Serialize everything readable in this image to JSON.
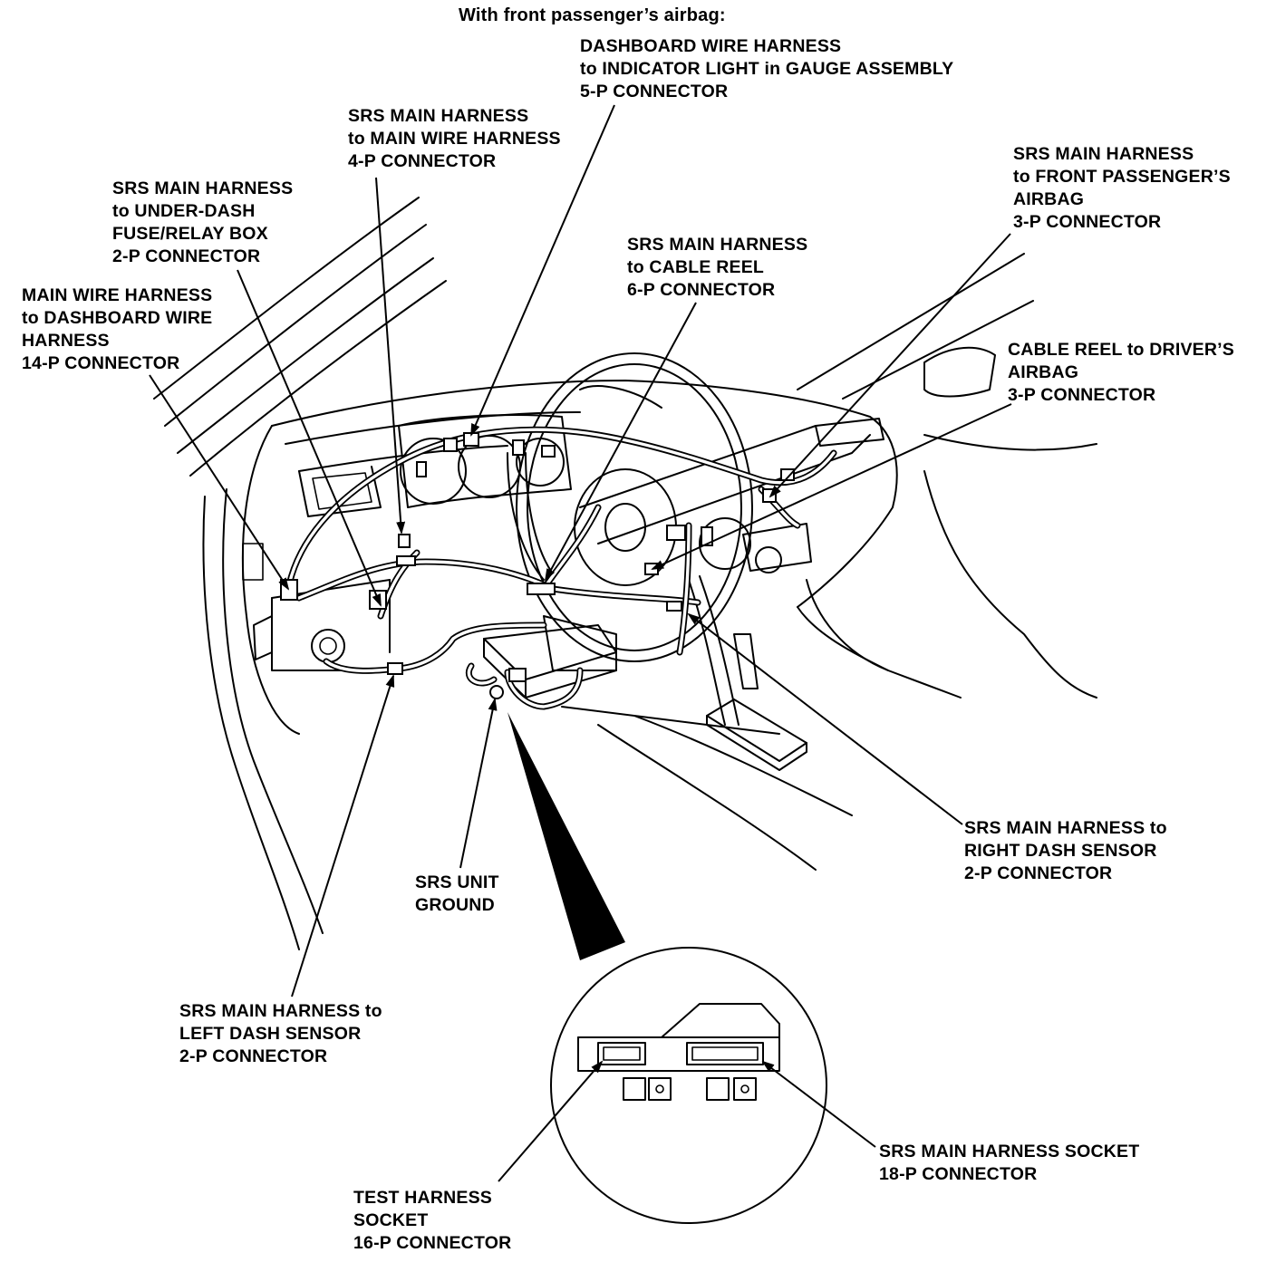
{
  "header": {
    "title": "With front passenger’s airbag:"
  },
  "labels": {
    "dash_indicator": [
      "DASHBOARD WIRE HARNESS",
      "to INDICATOR LIGHT in GAUGE ASSEMBLY",
      "5-P CONNECTOR"
    ],
    "main_wire_4p": [
      "SRS MAIN HARNESS",
      "to MAIN WIRE HARNESS",
      "4-P CONNECTOR"
    ],
    "underdash_2p": [
      "SRS MAIN HARNESS",
      "to UNDER-DASH",
      "FUSE/RELAY BOX",
      "2-P CONNECTOR"
    ],
    "main_dash_14p": [
      "MAIN WIRE HARNESS",
      "to DASHBOARD WIRE",
      "HARNESS",
      "14-P CONNECTOR"
    ],
    "cable_reel_6p": [
      "SRS MAIN HARNESS",
      "to CABLE REEL",
      "6-P CONNECTOR"
    ],
    "passenger_airbag_3p": [
      "SRS MAIN HARNESS",
      "to FRONT PASSENGER’S",
      "AIRBAG",
      "3-P CONNECTOR"
    ],
    "driver_airbag_3p": [
      "CABLE REEL to DRIVER’S",
      "AIRBAG",
      "3-P CONNECTOR"
    ],
    "right_sensor_2p": [
      "SRS MAIN HARNESS to",
      "RIGHT DASH SENSOR",
      "2-P CONNECTOR"
    ],
    "srs_ground": [
      "SRS UNIT",
      "GROUND"
    ],
    "left_sensor_2p": [
      "SRS MAIN HARNESS to",
      "LEFT DASH SENSOR",
      "2-P CONNECTOR"
    ],
    "socket_18p": [
      "SRS MAIN HARNESS SOCKET",
      "18-P CONNECTOR"
    ],
    "test_socket_16p": [
      "TEST HARNESS",
      "SOCKET",
      "16-P CONNECTOR"
    ]
  }
}
